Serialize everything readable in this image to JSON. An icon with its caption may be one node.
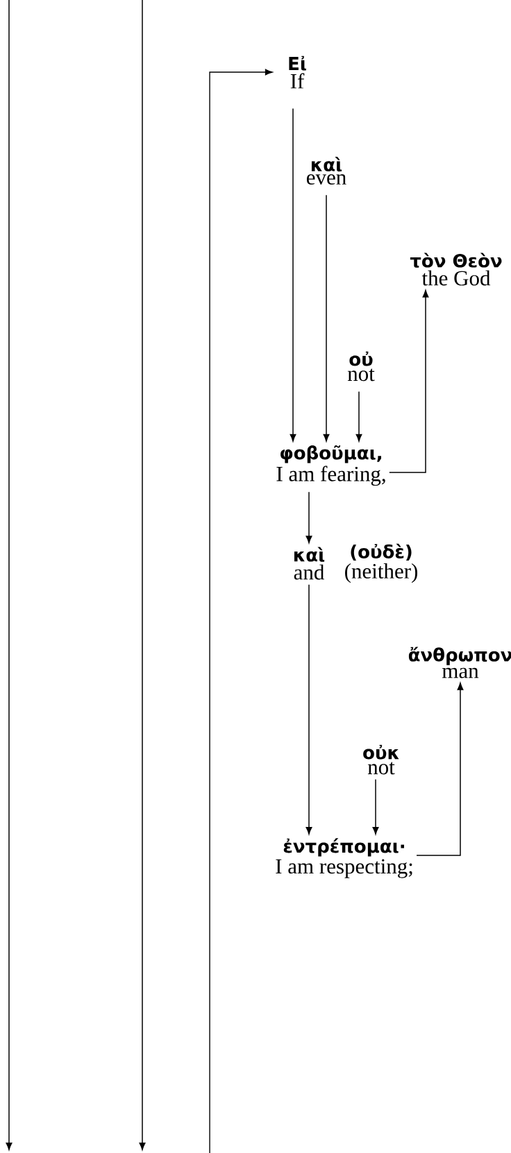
{
  "diagram": {
    "nodes": [
      {
        "text": [
          "Εἰ",
          "If"
        ]
      },
      {
        "text": [
          "καὶ",
          "even"
        ]
      },
      {
        "text": [
          "τὸν Θεὸν",
          "the God"
        ]
      },
      {
        "text": [
          "οὐ",
          "not"
        ]
      },
      {
        "text": [
          "φοβοῦμαι,",
          "I am fearing,"
        ]
      },
      {
        "text": [
          "καὶ",
          "and"
        ]
      },
      {
        "text": [
          "(οὐδὲ)",
          "(neither)"
        ]
      },
      {
        "text": [
          "ἄνθρωπον",
          "man"
        ]
      },
      {
        "text": [
          "οὐκ",
          "not"
        ]
      },
      {
        "text": [
          "ἐντρέπομαι·",
          "I am respecting;"
        ]
      }
    ],
    "edges": [
      {
        "from": null,
        "to": 0,
        "arrow": "to"
      },
      {
        "from": 0,
        "to": 4,
        "arrow": "to"
      },
      {
        "from": 1,
        "to": 4,
        "arrow": "to"
      },
      {
        "from": 3,
        "to": 4,
        "arrow": "to"
      },
      {
        "from": 4,
        "to": 2,
        "arrow": "to"
      },
      {
        "from": 4,
        "to": 5,
        "arrow": "to"
      },
      {
        "from": 5,
        "to": 9,
        "arrow": "to"
      },
      {
        "from": 8,
        "to": 9,
        "arrow": "to"
      },
      {
        "from": 9,
        "to": 7,
        "arrow": "to"
      }
    ]
  }
}
